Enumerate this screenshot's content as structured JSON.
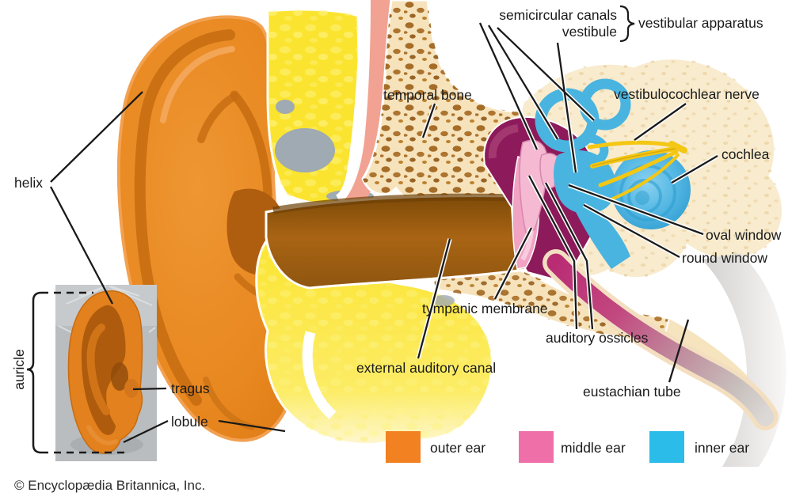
{
  "diagram": {
    "labels": {
      "helix": "helix",
      "auricle": "auricle",
      "tragus": "tragus",
      "lobule": "lobule",
      "semicircular_canals": "semicircular canals",
      "vestibule": "vestibule",
      "vestibular_apparatus": "vestibular apparatus",
      "vestibulocochlear_nerve": "vestibulocochlear nerve",
      "temporal_bone": "temporal bone",
      "cochlea": "cochlea",
      "oval_window": "oval window",
      "round_window": "round window",
      "tympanic_membrane": "tympanic membrane",
      "auditory_ossicles": "auditory ossicles",
      "external_auditory_canal": "external auditory canal",
      "eustachian_tube": "eustachian tube"
    },
    "region_colors": {
      "outer_ear": "#F28122",
      "middle_ear": "#EF70A8",
      "inner_ear": "#2BBCE9"
    }
  },
  "legend": {
    "items": [
      {
        "label": "outer ear",
        "color": "#F28122"
      },
      {
        "label": "middle ear",
        "color": "#EF70A8"
      },
      {
        "label": "inner ear",
        "color": "#2BBCE9"
      }
    ]
  },
  "credit": "© Encyclopædia Britannica, Inc."
}
